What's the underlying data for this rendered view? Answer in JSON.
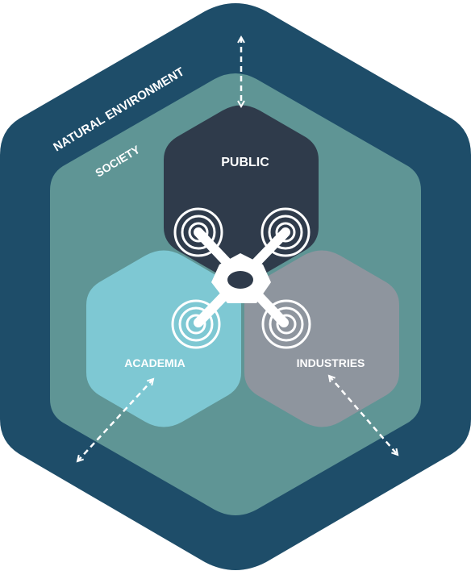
{
  "labels": {
    "natural_environment": "NATURAL ENVIRONMENT",
    "society": "SOCIETY",
    "public": "PUBLIC",
    "academia": "ACADEMIA",
    "industries": "INDUSTRIES"
  },
  "colors": {
    "natural_environment": "#1e4d69",
    "society": "#5f9595",
    "public": "#2f3b4b",
    "academia": "#7ec8d3",
    "industries": "#8e959e",
    "drone": "#ffffff",
    "arrows": "#ffffff"
  },
  "icons": [
    "drone-icon",
    "double-arrow-icon"
  ]
}
